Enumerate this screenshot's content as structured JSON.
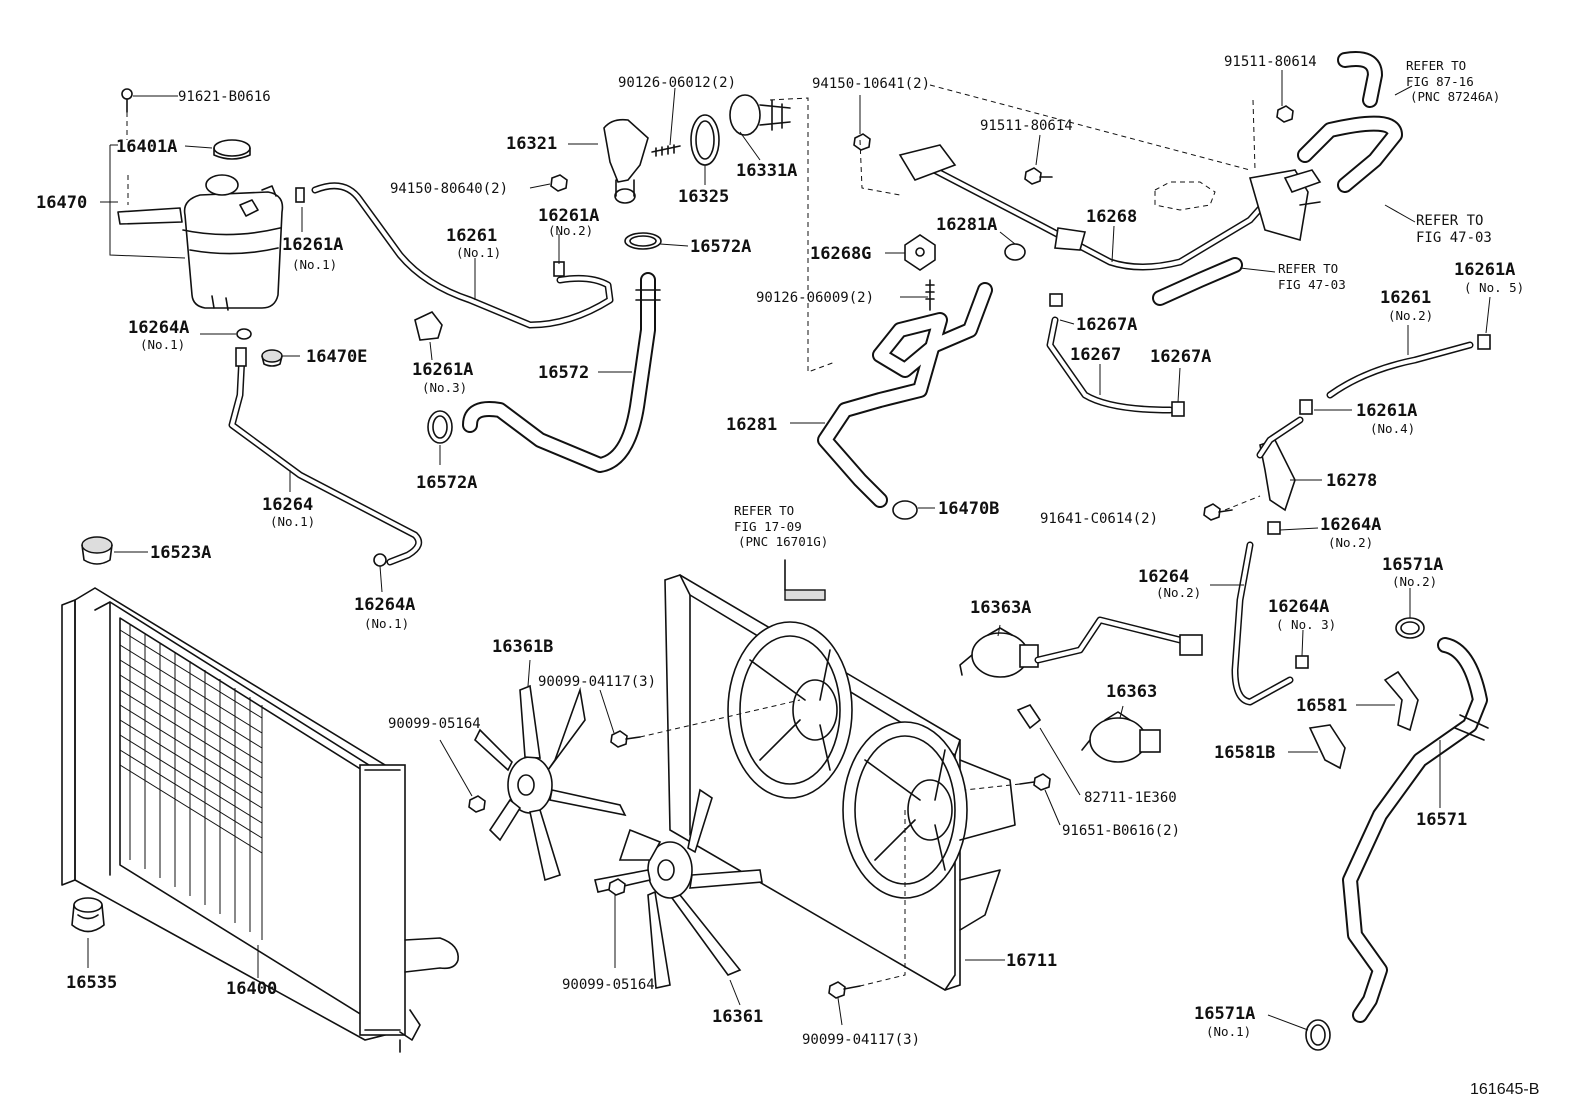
{
  "figure_code": "161645-B",
  "callouts": {
    "c91621": "91621-B0616",
    "c16401A": "16401A",
    "c16470": "16470",
    "c16261A_no1": "16261A",
    "no1_a": "(No.1)",
    "c16264A_no1_top": "16264A",
    "no1_b": "(No.1)",
    "c16470E": "16470E",
    "c16264_no1": "16264",
    "no1_c": "(No.1)",
    "c16264A_no1_bot": "16264A",
    "no1_d": "(No.1)",
    "c16523A": "16523A",
    "c16535": "16535",
    "c16400": "16400",
    "c90126_06012": "90126-06012(2)",
    "c16321": "16321",
    "c94150_80640": "94150-80640(2)",
    "c16325": "16325",
    "c16331A": "16331A",
    "c16261A_no2": "16261A",
    "no2_a": "(No.2)",
    "c16572A_top": "16572A",
    "c16261_no1": "16261",
    "no1_e": "(No.1)",
    "c16261A_no3": "16261A",
    "no3_a": "(No.3)",
    "c16572": "16572",
    "c16572A_bot": "16572A",
    "c94150_10641": "94150-10641(2)",
    "c91511_a": "91511-80614",
    "c91511_b": "91511-80614",
    "refer_87": "REFER TO",
    "refer_87_fig": "FIG 87-16",
    "refer_87_pnc": "(PNC 87246A)",
    "refer_47a": "REFER TO",
    "refer_47a_fig": "FIG 47-03",
    "refer_47b": "REFER TO",
    "refer_47b_fig": "FIG 47-03",
    "c16281A": "16281A",
    "c16268": "16268",
    "c16268G": "16268G",
    "c90126_06009": "90126-06009(2)",
    "c16267A_a": "16267A",
    "c16267": "16267",
    "c16267A_b": "16267A",
    "c16281": "16281",
    "c16470B": "16470B",
    "c16261A_no5": "16261A",
    "no5_a": "( No. 5)",
    "c16261_no2": "16261",
    "no2_b": "(No.2)",
    "c16261A_no4": "16261A",
    "no4_a": "(No.4)",
    "c16278": "16278",
    "c91641": "91641-C0614(2)",
    "c16264A_no2": "16264A",
    "no2_c": "(No.2)",
    "c16264_no2": "16264",
    "no2_d": "(No.2)",
    "c16571A_no2": "16571A",
    "no2_e": "(No.2)",
    "c16264A_no3": "16264A",
    "no3_b": "( No. 3)",
    "c16581": "16581",
    "c16581B": "16581B",
    "c16571": "16571",
    "c16571A_no1": "16571A",
    "no1_f": "(No.1)",
    "refer_17": "REFER TO",
    "refer_17_fig": "FIG 17-09",
    "refer_17_pnc": "(PNC 16701G)",
    "c16363A": "16363A",
    "c16363": "16363",
    "c82711": "82711-1E360",
    "c91651": "91651-B0616(2)",
    "c16711": "16711",
    "c16361B": "16361B",
    "c90099_04117_a": "90099-04117(3)",
    "c90099_05164_a": "90099-05164",
    "c90099_05164_b": "90099-05164",
    "c16361": "16361",
    "c90099_04117_b": "90099-04117(3)"
  }
}
